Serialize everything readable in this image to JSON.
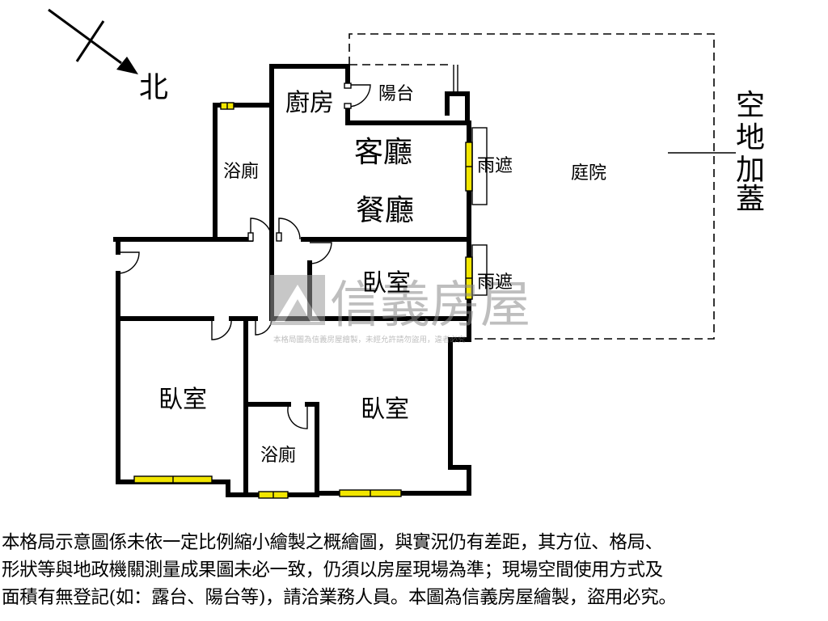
{
  "north_label": "北",
  "rooms": {
    "kitchen": "廚房",
    "balcony": "陽台",
    "living": "客廳",
    "dining": "餐廳",
    "bath_upper": "浴廁",
    "awning_upper": "雨遮",
    "awning_lower": "雨遮",
    "courtyard": "庭院",
    "bedroom_center": "臥室",
    "bedroom_left": "臥室",
    "bedroom_right": "臥室",
    "bath_lower": "浴廁"
  },
  "vacant_land": [
    "空",
    "地",
    "加",
    "蓋"
  ],
  "watermark": {
    "brand": "信義房屋",
    "notice": "本格局圖為信義房屋繪製，未經允許請勿盜用，違者必究"
  },
  "disclaimer_lines": [
    "本格局示意圖係未依一定比例縮小繪製之概繪圖，與實況仍有差距，其方位、格局、",
    "形狀等與地政機關測量成果圖未必一致，仍須以房屋現場為準；現場空間使用方式及",
    "面積有無登記(如：露台、陽台等)，請洽業務人員。本圖為信義房屋繪製，盜用必究。"
  ],
  "colors": {
    "wall": "#000000",
    "window": "#f2e600",
    "watermark": "#8a8a8a"
  }
}
